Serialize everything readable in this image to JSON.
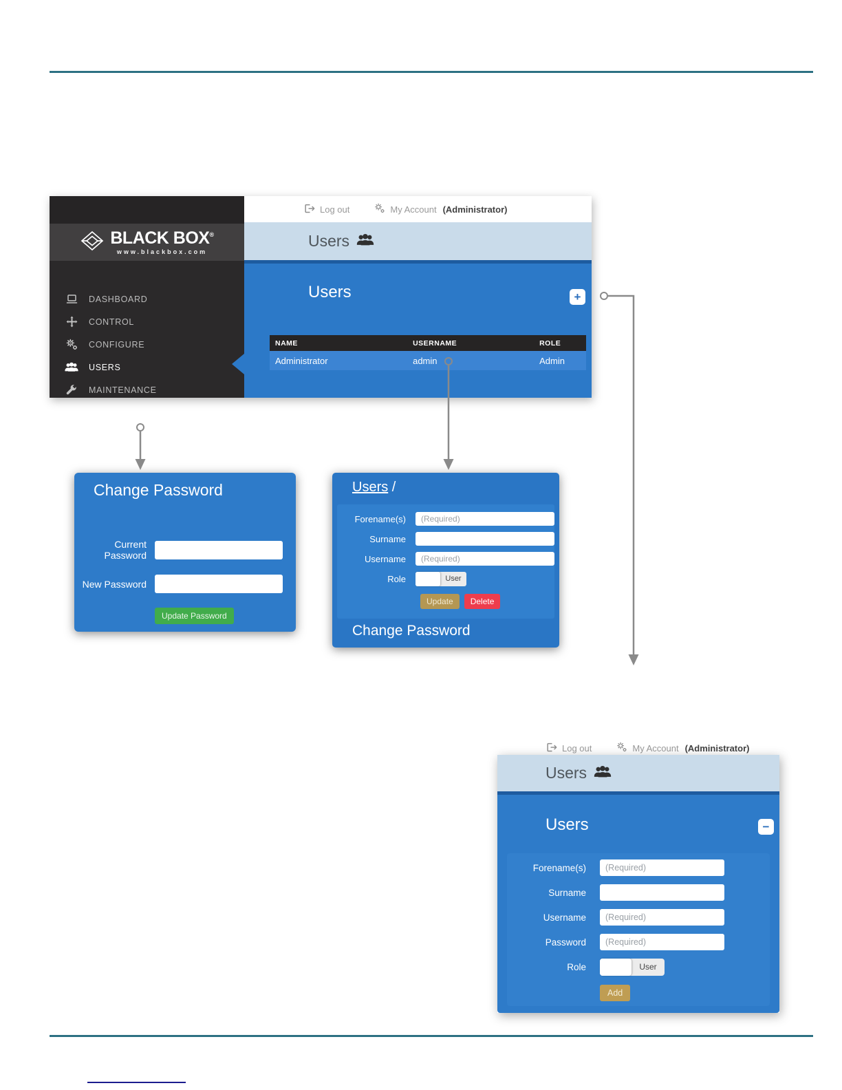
{
  "account_bar": {
    "logout_label": "Log out",
    "my_account_label": "My Account",
    "account_name": "(Administrator)"
  },
  "sidebar": {
    "logo": {
      "brand": "BLACK BOX",
      "reg": "®",
      "website": "www.blackbox.com"
    },
    "items": [
      {
        "label": "DASHBOARD"
      },
      {
        "label": "CONTROL"
      },
      {
        "label": "CONFIGURE"
      },
      {
        "label": "USERS"
      },
      {
        "label": "MAINTENANCE"
      }
    ]
  },
  "users_list_screen": {
    "page_title": "Users",
    "panel_title": "Users",
    "add_button": "+",
    "table": {
      "columns": [
        "NAME",
        "USERNAME",
        "ROLE"
      ],
      "row": {
        "name": "Administrator",
        "username": "admin",
        "role": "Admin"
      }
    }
  },
  "change_password_panel": {
    "title": "Change Password",
    "current_password_label": "Current Password",
    "new_password_label": "New Password",
    "update_button": "Update Password"
  },
  "edit_user_panel": {
    "breadcrumb_link": "Users",
    "breadcrumb_separator": "/",
    "forename_label": "Forename(s)",
    "forename_placeholder": "(Required)",
    "surname_label": "Surname",
    "username_label": "Username",
    "username_placeholder": "(Required)",
    "role_label": "Role",
    "role_value": "User",
    "update_button": "Update",
    "delete_button": "Delete",
    "section_title": "Change Password"
  },
  "add_user_screen": {
    "page_title": "Users",
    "panel_title": "Users",
    "collapse_button": "−",
    "forename_label": "Forename(s)",
    "forename_placeholder": "(Required)",
    "surname_label": "Surname",
    "username_label": "Username",
    "username_placeholder": "(Required)",
    "password_label": "Password",
    "password_placeholder": "(Required)",
    "role_label": "Role",
    "role_value": "User",
    "add_button": "Add"
  },
  "colors": {
    "accent_blue": "#2c79c8",
    "band_blue": "#c9dbea",
    "sidebar_dark": "#2b292a",
    "row_highlight": "#3c84d3",
    "green": "#41ac4b",
    "tan": "#b49753",
    "red": "#ee3d4d",
    "teal_rule": "#2d7183"
  }
}
